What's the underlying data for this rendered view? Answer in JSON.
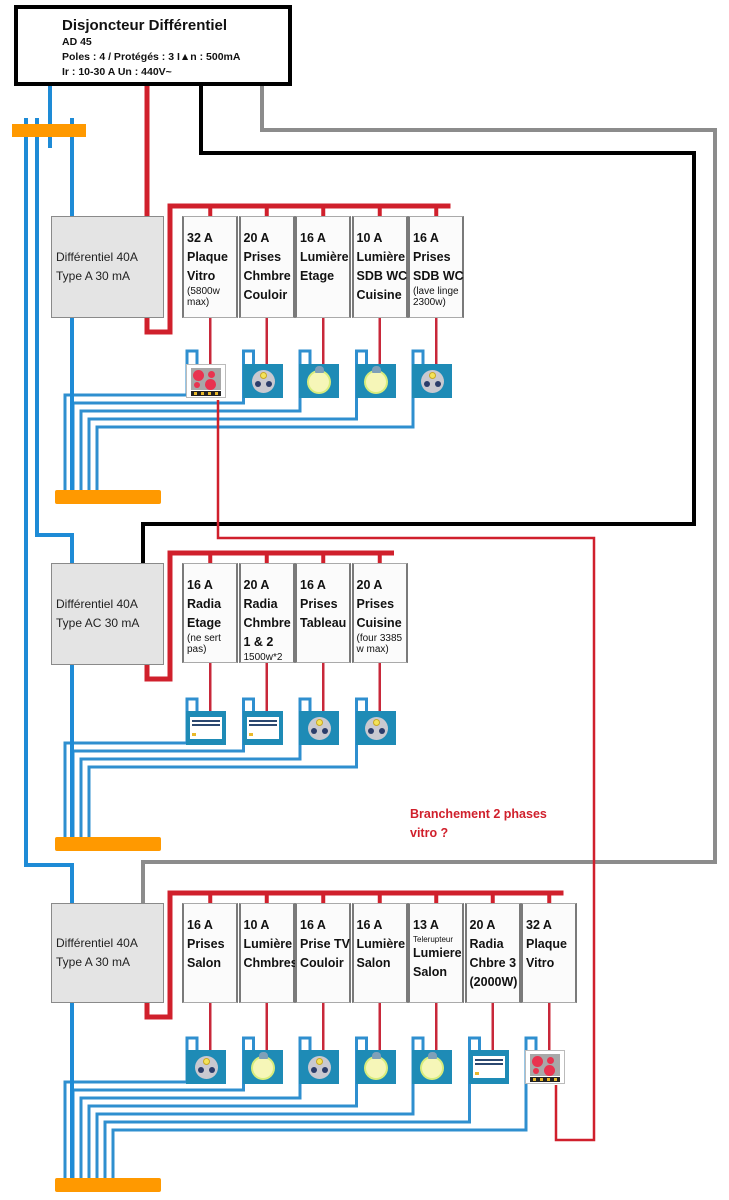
{
  "colors": {
    "phase_red": "#d0202c",
    "neutral_blue": "#1e8bd6",
    "phase_black": "#000000",
    "phase_grey": "#8c8c8c",
    "busbar_orange": "#ff9900",
    "note_red": "#d0202c"
  },
  "main_breaker": {
    "title": "Disjoncteur Différentiel",
    "model": "AD 45",
    "poles": "Poles : 4 / Protégés : 3 I▲n : 500mA",
    "rating": "Ir : 10-30 A Un : 440V~"
  },
  "rows": [
    {
      "rcd": {
        "line1": "Différentiel 40A",
        "line2": "Type A 30 mA"
      },
      "breakers": [
        {
          "amp": "32 A",
          "lines": [
            "Plaque",
            "Vitro"
          ],
          "note": "(5800w max)",
          "device": "hob-icon"
        },
        {
          "amp": "20 A",
          "lines": [
            "Prises",
            "Chmbre",
            "Couloir"
          ],
          "note": "",
          "device": "socket-icon"
        },
        {
          "amp": "16 A",
          "lines": [
            "Lumière",
            "Etage"
          ],
          "note": "",
          "device": "light-bulb-icon"
        },
        {
          "amp": "10 A",
          "lines": [
            "Lumière",
            "SDB WC",
            "Cuisine"
          ],
          "note": "",
          "device": "light-bulb-icon"
        },
        {
          "amp": "16 A",
          "lines": [
            "Prises",
            "SDB WC"
          ],
          "note": "(lave linge 2300w)",
          "device": "socket-icon"
        }
      ]
    },
    {
      "rcd": {
        "line1": "Différentiel 40A",
        "line2": "Type  AC 30 mA"
      },
      "breakers": [
        {
          "amp": "16 A",
          "lines": [
            "Radia",
            "Etage"
          ],
          "note": "(ne sert pas)",
          "device": "radiator-icon"
        },
        {
          "amp": "20 A",
          "lines": [
            "Radia",
            "Chmbre",
            "1 & 2"
          ],
          "note": "1500w*2",
          "device": "radiator-icon"
        },
        {
          "amp": "16 A",
          "lines": [
            "Prises",
            "Tableau"
          ],
          "note": "",
          "device": "socket-icon"
        },
        {
          "amp": "20 A",
          "lines": [
            "Prises",
            "Cuisine"
          ],
          "note": "(four 3385 w max)",
          "device": "socket-icon"
        }
      ]
    },
    {
      "rcd": {
        "line1": "Différentiel 40A",
        "line2": "Type A 30 mA"
      },
      "breakers": [
        {
          "amp": "16 A",
          "lines": [
            "Prises",
            "Salon"
          ],
          "note": "",
          "device": "socket-icon"
        },
        {
          "amp": "10 A",
          "lines": [
            "Lumière",
            "Chmbres"
          ],
          "note": "",
          "device": "light-bulb-icon"
        },
        {
          "amp": "16 A",
          "lines": [
            "Prise TV",
            "Couloir"
          ],
          "note": "",
          "device": "socket-icon"
        },
        {
          "amp": "16 A",
          "lines": [
            "Lumière",
            "Salon"
          ],
          "note": "",
          "device": "light-bulb-icon"
        },
        {
          "amp": "13 A",
          "tiny": "Telerupteur",
          "lines": [
            "Lumiere",
            "Salon"
          ],
          "note": "",
          "device": "light-bulb-icon"
        },
        {
          "amp": "20 A",
          "lines": [
            "Radia",
            "Chbre 3",
            "(2000W)"
          ],
          "note": "",
          "device": "radiator-icon"
        },
        {
          "amp": "32 A",
          "lines": [
            "Plaque",
            "Vitro"
          ],
          "note": "",
          "device": "hob-icon"
        }
      ]
    }
  ],
  "annotation": {
    "line1": "Branchement 2 phases",
    "line2": "vitro ?"
  }
}
